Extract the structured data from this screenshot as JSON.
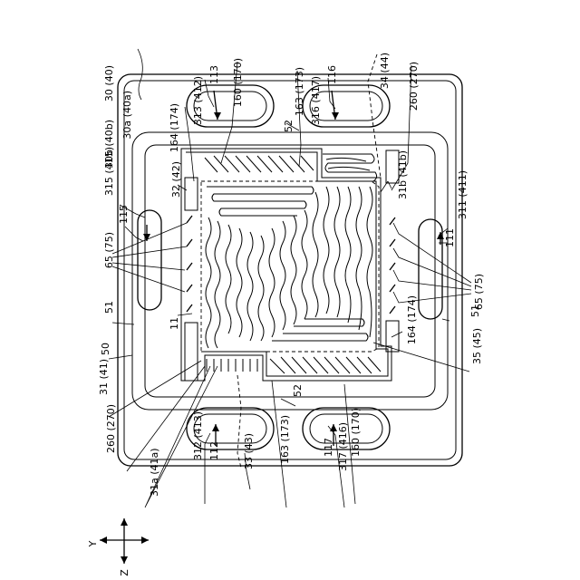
{
  "labels": {
    "l30": "30 (40)",
    "l30a": "30a (40a)",
    "l30b": "30b (40b)",
    "l313": "313 (412)",
    "l113": "113",
    "l160t": "160 (170)",
    "l163t": "163 (173)",
    "l316": "316 (417)",
    "l116": "116",
    "l34": "34 (44)",
    "l260t": "260 (270)",
    "l164t": "164 (174)",
    "l52t": "52",
    "l32": "32 (42)",
    "l31b": "31b (41b)",
    "l315": "315 (415)",
    "l115": "115",
    "l311": "311 (411)",
    "l111": "111",
    "l65l": "65 (75)",
    "l65r": "65 (75)",
    "l164b": "164 (174)",
    "l11": "11",
    "l51l": "51",
    "l51r": "51",
    "l50": "50",
    "l35": "35 (45)",
    "l31": "31 (41)",
    "l52b": "52",
    "l260b": "260 (270)",
    "l31a": "31a (41a)",
    "l312": "312 (413)",
    "l112": "112",
    "l33": "33 (43)",
    "l163b": "163 (173)",
    "l317": "317 (416)",
    "l117": "117",
    "l160b": "160 (170)",
    "axisY": "Y",
    "axisZ": "Z"
  }
}
